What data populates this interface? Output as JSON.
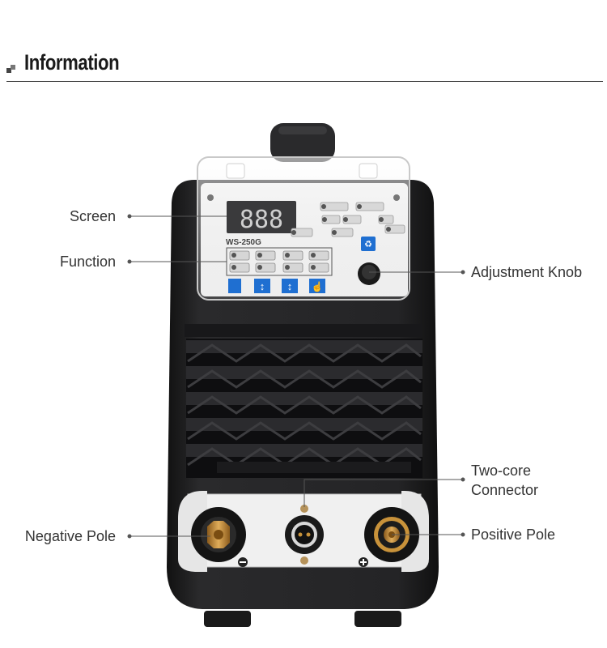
{
  "header": {
    "title": "Information"
  },
  "labels": {
    "screen": "Screen",
    "function": "Function",
    "adjustment_knob": "Adjustment Knob",
    "two_core_connector_line1": "Two-core",
    "two_core_connector_line2": "Connector",
    "negative_pole": "Negative Pole",
    "positive_pole": "Positive Pole"
  },
  "panel": {
    "display": "888",
    "model": "WS-250G"
  },
  "colors": {
    "body": "#1c1c1e",
    "panel": "#f4f4f4",
    "display_bg": "#3a3a3c",
    "display_digits": "#c9c9c9",
    "button_blue": "#1f6fd1",
    "brass": "#c8923a"
  }
}
